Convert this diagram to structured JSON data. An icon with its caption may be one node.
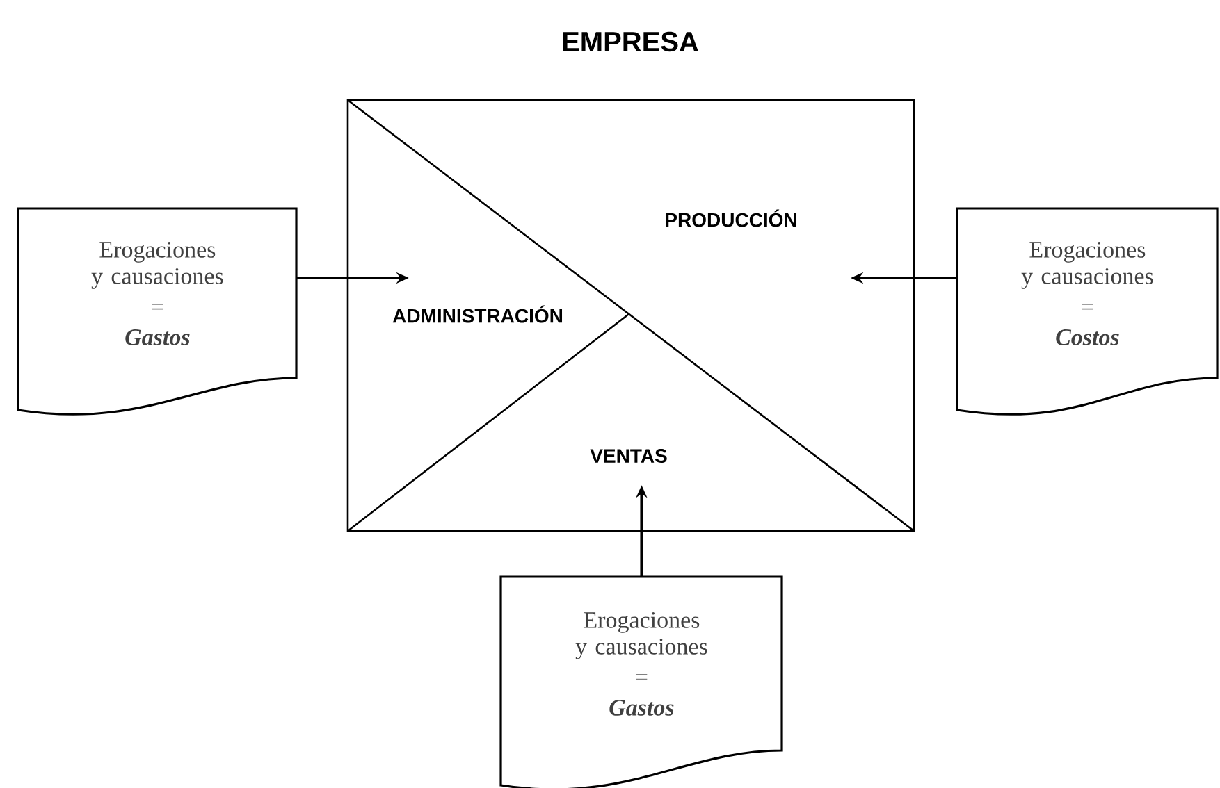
{
  "diagram": {
    "title": "EMPRESA",
    "nodes": [
      {
        "text": [],
        "shape": "box"
      },
      {
        "text": [
          "PRODUCCIÓN"
        ],
        "in": 0
      },
      {
        "text": [
          "ADMINISTRACIÓN"
        ],
        "in": 0
      },
      {
        "text": [
          "VENTAS"
        ],
        "in": 0
      },
      {
        "text": [
          "Erogaciones y causaciones",
          "=",
          "Gastos"
        ]
      },
      {
        "text": [
          "Erogaciones y causaciones",
          "=",
          "Costos"
        ]
      },
      {
        "text": [
          "Erogaciones y causaciones",
          "=",
          "Gastos"
        ]
      }
    ],
    "edges": [
      {
        "from": 4,
        "to": 2,
        "arrow": "to"
      },
      {
        "from": 5,
        "to": 1,
        "arrow": "to"
      },
      {
        "from": 6,
        "to": 3,
        "arrow": "to"
      }
    ]
  }
}
